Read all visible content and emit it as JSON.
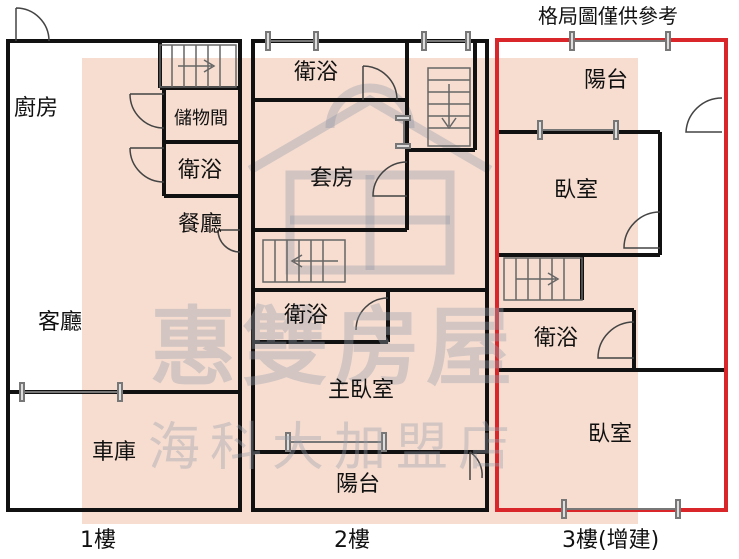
{
  "disclaimer": "格局圖僅供參考",
  "floors": {
    "f1": {
      "label": "1樓",
      "rooms": {
        "kitchen": "廚房",
        "storage": "儲物間",
        "bath": "衛浴",
        "dining": "餐廳",
        "living": "客廳",
        "garage": "車庫"
      }
    },
    "f2": {
      "label": "2樓",
      "rooms": {
        "bath_top": "衛浴",
        "suite": "套房",
        "bath_mid": "衛浴",
        "master": "主臥室",
        "balcony": "陽台"
      }
    },
    "f3": {
      "label": "3樓(增建)",
      "rooms": {
        "balcony": "陽台",
        "bedroom_top": "臥室",
        "bath": "衛浴",
        "bedroom_bottom": "臥室"
      }
    }
  },
  "watermark": {
    "main": "惠雙房屋",
    "sub": "海科大加盟店"
  },
  "colors": {
    "wall": "#111111",
    "shade": "#f7ddd0",
    "highlight": "#d9262a",
    "window": "#777777",
    "stair": "#666666"
  }
}
